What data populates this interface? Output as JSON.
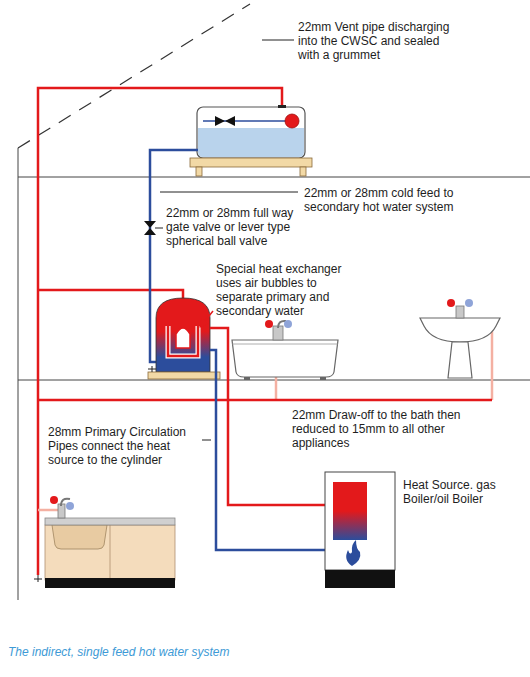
{
  "diagram": {
    "caption": "The indirect, single feed hot water system",
    "nodes": [
      {
        "text": [
          "Heat Source. gas Boiler/oil Boiler"
        ]
      }
    ],
    "labels": [
      "22mm Vent pipe discharging into the CWSC and sealed with a grummet",
      "22mm or 28mm cold feed to secondary hot water system",
      "22mm or 28mm full way gate valve or lever type spherical ball valve",
      "Special heat exchanger uses air bubbles to separate primary and secondary water",
      "22mm Draw-off to the bath then reduced to 15mm to all other appliances",
      "28mm Primary Circulation Pipes connect the heat source to the cylinder"
    ]
  }
}
